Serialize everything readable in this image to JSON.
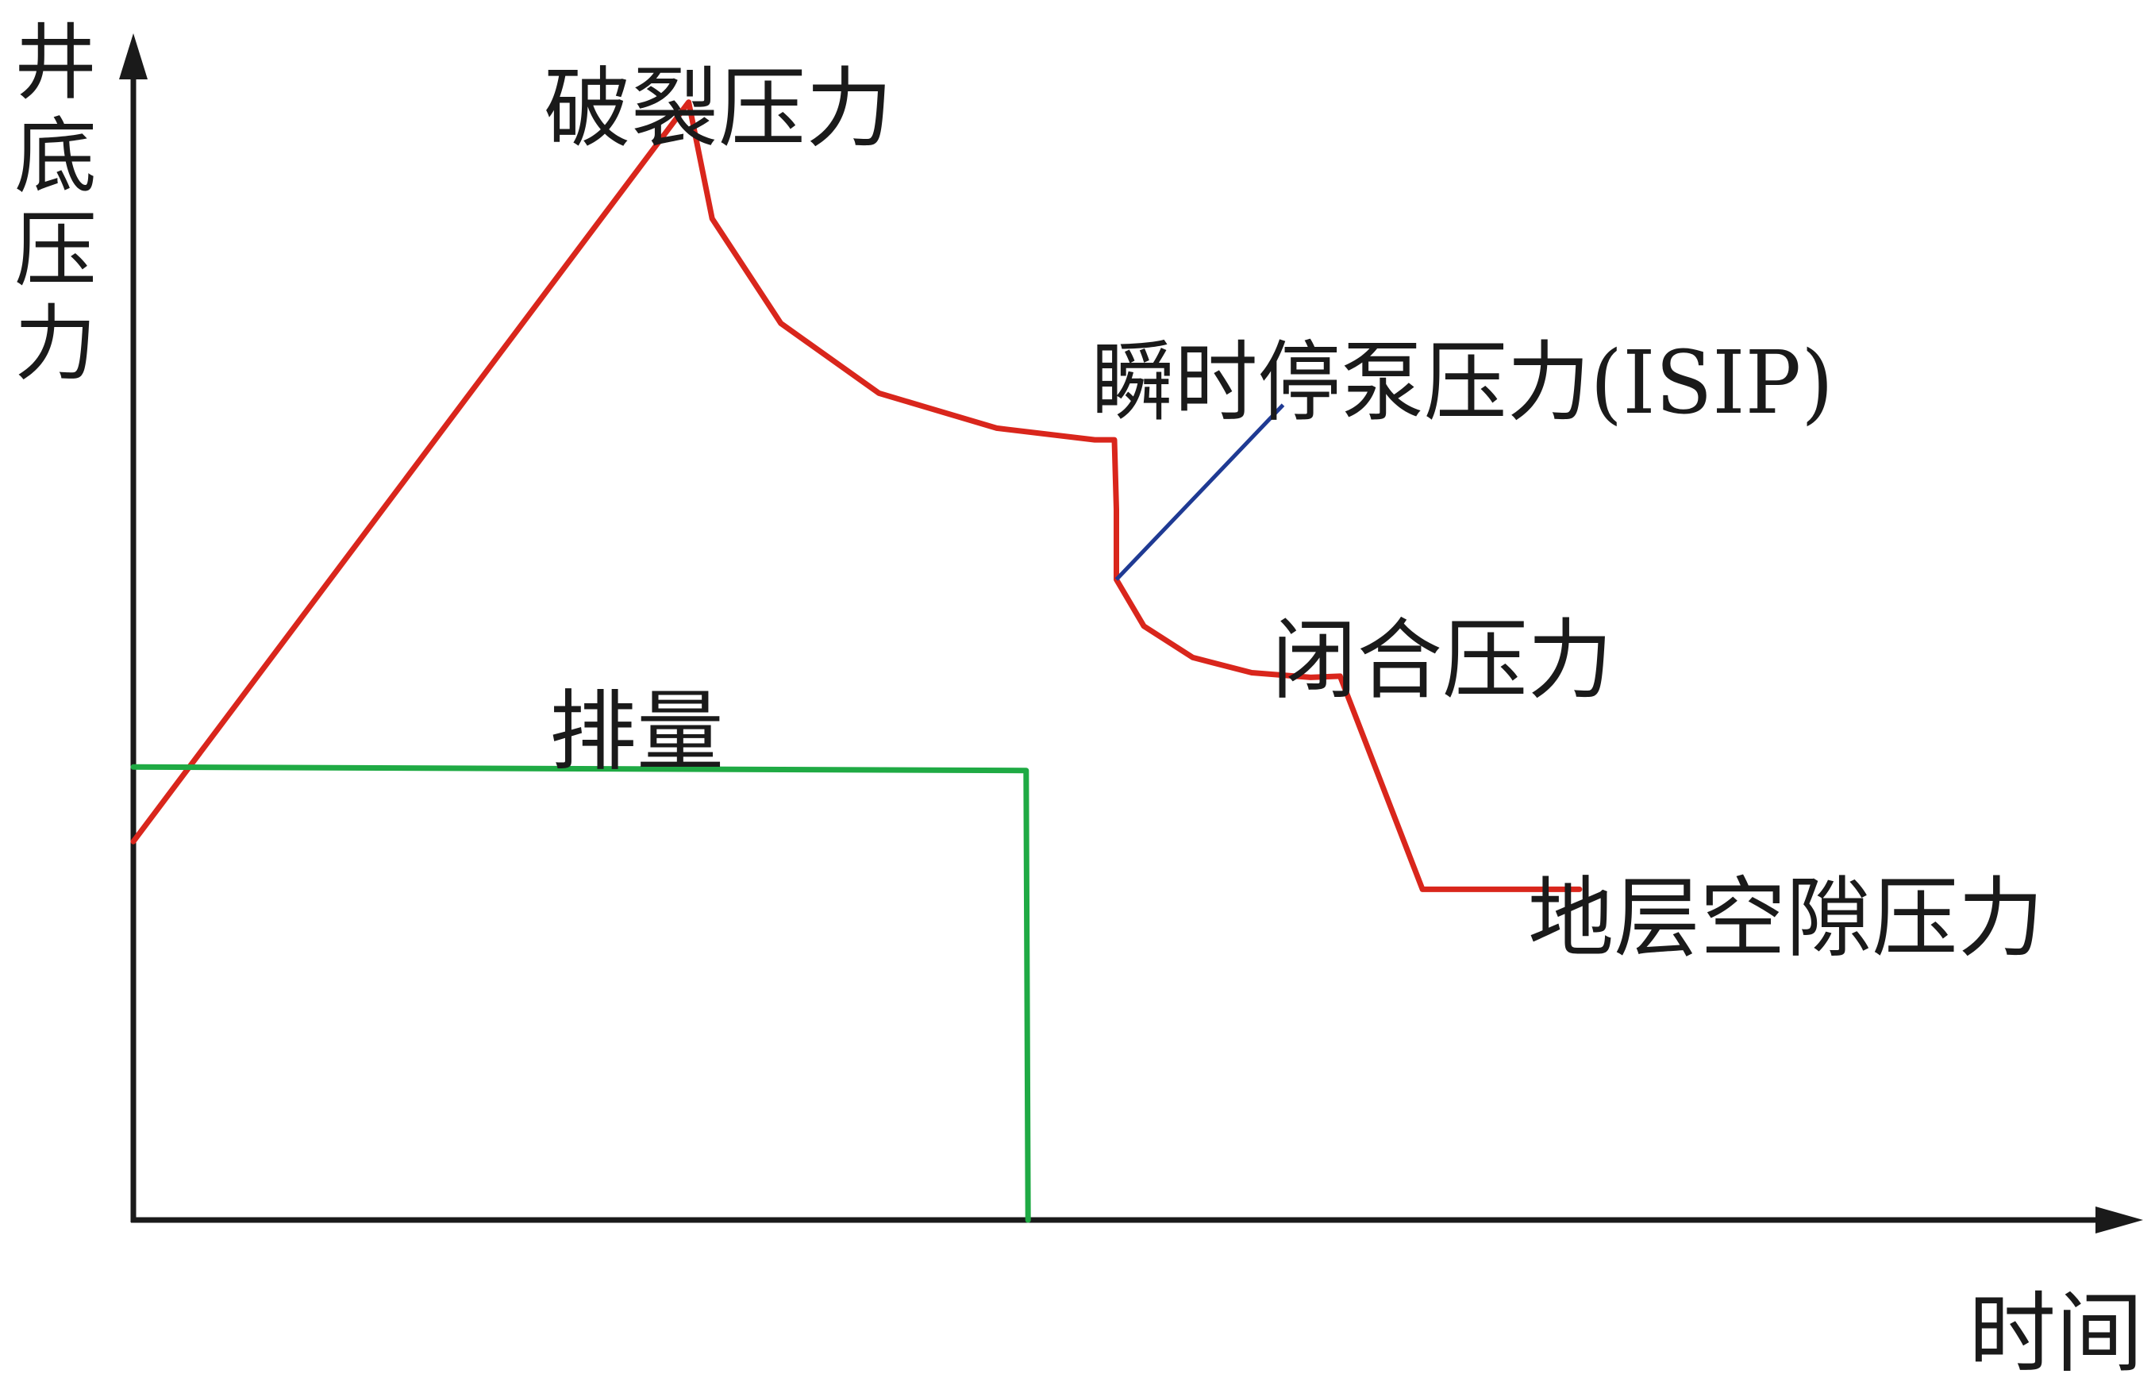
{
  "chart_data": {
    "type": "line",
    "title": "",
    "ylabel": "井底压力",
    "xlabel": "时间",
    "grid": false,
    "legend": "none",
    "x_range": [
      0,
      100
    ],
    "y_range": [
      0,
      100
    ],
    "series": [
      {
        "key": "pressure",
        "color": "#d9261c",
        "points": [
          [
            0,
            32.5
          ],
          [
            28.3,
            96
          ],
          [
            29.5,
            86
          ],
          [
            33,
            77
          ],
          [
            38,
            71
          ],
          [
            44,
            68
          ],
          [
            49,
            67
          ],
          [
            50,
            67
          ],
          [
            50.1,
            61
          ],
          [
            50.1,
            55
          ],
          [
            51.5,
            51
          ],
          [
            54,
            48.3
          ],
          [
            57,
            47
          ],
          [
            60,
            46.6
          ],
          [
            61.5,
            46.7
          ],
          [
            65.7,
            28.4
          ],
          [
            73.7,
            28.4
          ]
        ]
      },
      {
        "key": "rate",
        "color": "#1faa44",
        "points": [
          [
            0,
            38.9
          ],
          [
            45.5,
            38.6
          ],
          [
            45.6,
            0
          ]
        ]
      }
    ],
    "annotations": [
      {
        "key": "breakdown",
        "text": "破裂压力",
        "x": 28.3,
        "y": 96
      },
      {
        "key": "isip",
        "text": "瞬时停泵压力(ISIP)",
        "x": 50.1,
        "y": 55,
        "leader_color": "#1f3a93"
      },
      {
        "key": "closure",
        "text": "闭合压力",
        "x": 61.5,
        "y": 46.7
      },
      {
        "key": "pore",
        "text": "地层空隙压力",
        "x": 73.7,
        "y": 28.4
      },
      {
        "key": "rate_label",
        "text": "排量",
        "x": 25,
        "y": 44
      }
    ]
  }
}
